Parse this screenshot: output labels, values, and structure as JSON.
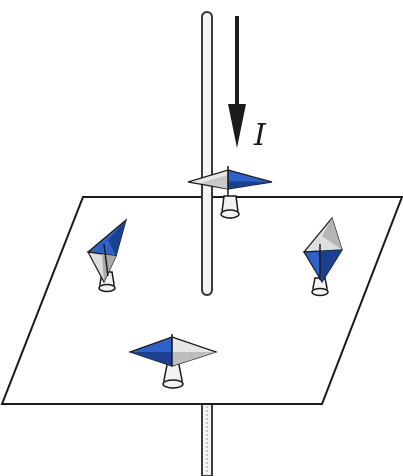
{
  "figure": {
    "current_label": "I",
    "colors": {
      "background": "#ffffff",
      "plane_stroke": "#1a1a1a",
      "wire_stroke": "#3a3a3a",
      "wire_fill": "#f4f4f4",
      "needle_north": "#2f62c8",
      "needle_north_dark": "#1d3f8f",
      "needle_south": "#dedede",
      "needle_south_dark": "#a9a9a9",
      "pivot": "#f2f2f2",
      "arrow": "#1a1a1a"
    },
    "compasses": [
      {
        "name": "compass-top",
        "north_direction": "right"
      },
      {
        "name": "compass-left",
        "north_direction": "up"
      },
      {
        "name": "compass-right",
        "north_direction": "down"
      },
      {
        "name": "compass-bottom",
        "north_direction": "left"
      }
    ]
  }
}
